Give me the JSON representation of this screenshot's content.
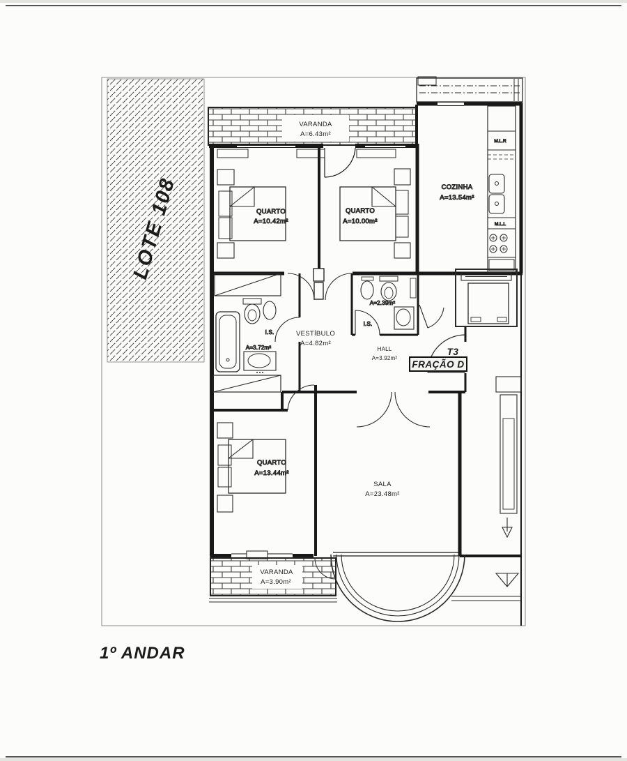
{
  "page": {
    "title": "1º ANDAR",
    "lot": "LOTE 108",
    "unit_type": "T3",
    "unit_fraction": "FRAÇÃO D"
  },
  "rooms": {
    "varanda_top": {
      "name": "VARANDA",
      "area": "A=6.43m²"
    },
    "quarto1": {
      "name": "QUARTO",
      "area": "A=10.42m²"
    },
    "quarto2": {
      "name": "QUARTO",
      "area": "A=10.00m²"
    },
    "cozinha": {
      "name": "COZINHA",
      "area": "A=13.54m²"
    },
    "is_small": {
      "name": "I.S.",
      "area": "A=2.39m²"
    },
    "is_main": {
      "name": "I.S.",
      "area": "A=3.72m²"
    },
    "vestibulo": {
      "name": "VESTÍBULO",
      "area": "A=4.82m²"
    },
    "hall": {
      "name": "HALL",
      "area": "A=3.92m²"
    },
    "quarto3": {
      "name": "QUARTO",
      "area": "A=13.44m²"
    },
    "sala": {
      "name": "SALA",
      "area": "A=23.48m²"
    },
    "varanda_bottom": {
      "name": "VARANDA",
      "area": "A=3.90m²"
    }
  },
  "appliances": {
    "washer": "M.L.R",
    "dishwasher": "M.L.L"
  },
  "colors": {
    "ink": "#1b1b1b",
    "paper": "#fcfcfa"
  }
}
